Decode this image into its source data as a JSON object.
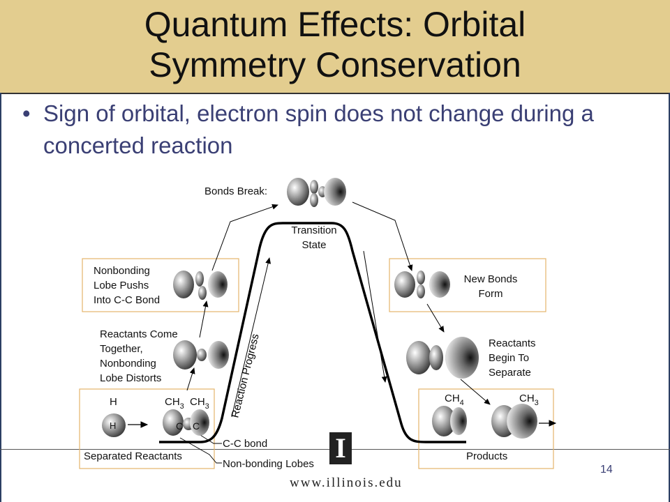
{
  "slide": {
    "title_line1": "Quantum Effects: Orbital",
    "title_line2": "Symmetry Conservation",
    "bullet": "Sign of orbital, electron spin does not change during a concerted reaction",
    "bullet_marker": "•",
    "page_number": "14",
    "footer_url": "www.illinois.edu",
    "logo_letter": "I"
  },
  "diagram": {
    "bonds_break": "Bonds Break:",
    "transition_state": "Transition\nState",
    "reaction_progress": "Reaction Progress",
    "nonbonding_lobe": "Nonbonding\nLobe Pushs\nInto C-C Bond",
    "reactants_come": "Reactants Come\nTogether,\nNonbonding\nLobe Distorts",
    "new_bonds": "New Bonds\nForm",
    "reactants_separate": "Reactants\nBegin To\nSeparate",
    "h_label": "H",
    "h_atom": "H",
    "ch_label": "CH",
    "sub3": "3",
    "sub4": "4",
    "c_left": "C",
    "c_right": "C",
    "separated_reactants": "Separated Reactants",
    "products": "Products",
    "cc_bond": "C-C bond",
    "nonbonding_lobes": "Non-bonding Lobes"
  },
  "colors": {
    "title_band": "#e3cd8f",
    "text_blue": "#3a3f74",
    "box_border": "#e4b56a"
  }
}
